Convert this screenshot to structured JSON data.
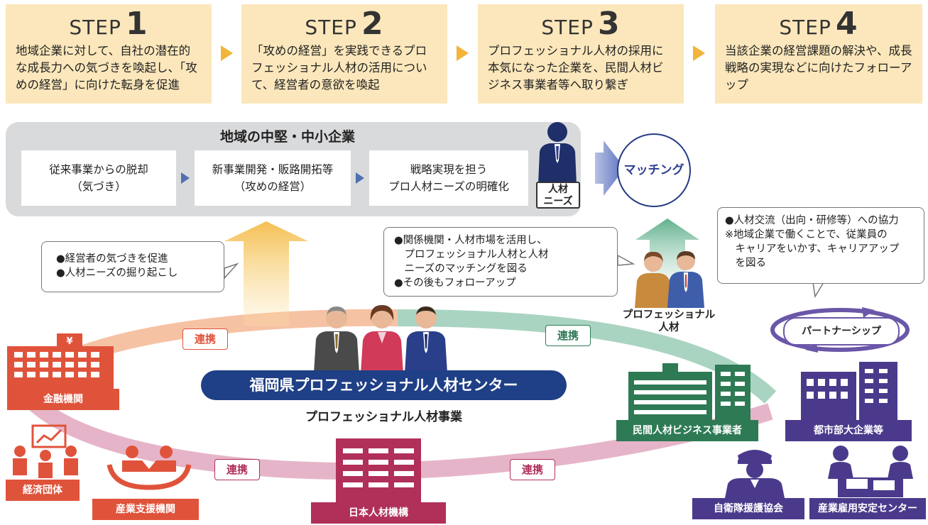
{
  "steps": [
    {
      "word": "STEP",
      "num": "1",
      "text": "地域企業に対して、自社の潜在的な成長力への気づきを喚起し、「攻めの経営」に向けた転身を促進"
    },
    {
      "word": "STEP",
      "num": "2",
      "text": "「攻めの経営」を実践できるプロフェッショナル人材の活用について、経営者の意欲を喚起"
    },
    {
      "word": "STEP",
      "num": "3",
      "text": "プロフェッショナル人材の採用に本気になった企業を、民間人材ビジネス事業者等へ取り繋ぎ"
    },
    {
      "word": "STEP",
      "num": "4",
      "text": "当該企業の経営課題の解決や、成長戦略の実現などに向けたフォローアップ"
    }
  ],
  "region": {
    "title": "地域の中堅・中小企業",
    "process": [
      {
        "line1": "従来事業からの脱却",
        "line2": "（気づき）"
      },
      {
        "line1": "新事業開発・販路開拓等",
        "line2": "（攻めの経営）"
      },
      {
        "line1": "戦略実現を担う",
        "line2": "プロ人材ニーズの明確化"
      }
    ],
    "needs_label": "人材\nニーズ"
  },
  "matching": "マッチング",
  "callouts": {
    "left": [
      "●経営者の気づきを促進",
      "●人材ニーズの掘り起こし"
    ],
    "middle": [
      "●関係機関・人材市場を活用し、",
      "　プロフェッショナル人材と人材",
      "　ニーズのマッチングを図る",
      "●その後もフォローアップ"
    ],
    "right": [
      "●人材交流（出向・研修等）への協力",
      "※地域企業で働くことで、従業員の",
      "　キャリアをいかす、キャリアアップ",
      "　を図る"
    ]
  },
  "pro_label": "プロフェッショナル\n人材",
  "renkei": "連携",
  "center": {
    "name": "福岡県プロフェッショナル人材センター",
    "sub": "プロフェッショナル人材事業"
  },
  "orgs": {
    "finance": "金融機関",
    "econ": "経済団体",
    "industry_support": "産業支援機関",
    "jhr": "日本人材機構",
    "private_hr": "民間人材ビジネス事業者",
    "big_corp": "都市部大企業等",
    "sdf": "自衛隊援護協会",
    "employment": "産業雇用安定センター"
  },
  "partnership": "パートナーシップ",
  "yen": "¥",
  "colors": {
    "step_bg": "#fbe7bb",
    "arrow": "#f2b43a",
    "navy": "#1f3f86",
    "orange": "#e0533b",
    "green": "#2e7a55",
    "purple": "#4b3a8c",
    "pink": "#b0305a"
  }
}
